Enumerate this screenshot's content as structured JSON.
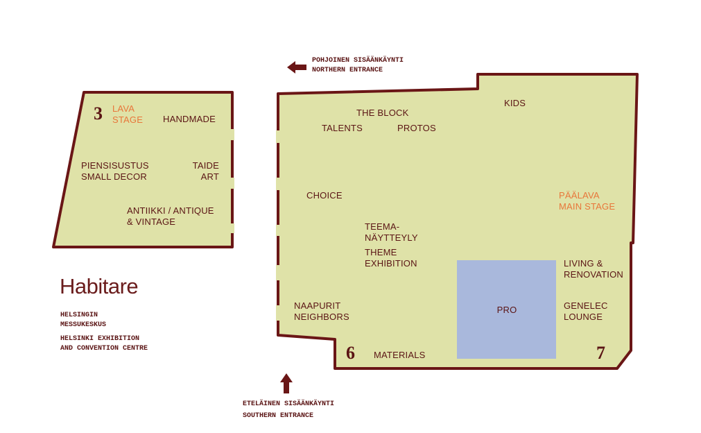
{
  "colors": {
    "wall": "#6a1616",
    "floor": "#dfe2a8",
    "pro_area": "#a9b8dc",
    "text": "#5a1414",
    "accent_orange": "#e8763a"
  },
  "entrances": {
    "north": {
      "line1": "POHJOINEN SISÄÄNKÄYNTI",
      "line2": "NORTHERN ENTRANCE",
      "icon": "arrow-left-icon"
    },
    "south": {
      "line1": "ETELÄINEN SISÄÄNKÄYNTI",
      "line2": "SOUTHERN ENTRANCE",
      "icon": "arrow-up-icon"
    }
  },
  "hall3": {
    "number": "3",
    "stage": [
      "LAVA",
      "STAGE"
    ],
    "handmade": "HANDMADE",
    "small_decor": [
      "PIENSISUSTUS",
      "SMALL DECOR"
    ],
    "art": [
      "TAIDE",
      "ART"
    ],
    "antique": [
      "ANTIIKKI / ANTIQUE",
      "& VINTAGE"
    ]
  },
  "hall6": {
    "number": "6",
    "the_block": "THE BLOCK",
    "talents": "TALENTS",
    "protos": "PROTOS",
    "choice": "CHOICE",
    "theme": [
      "TEEMA-",
      "NÄYTTEYLY"
    ],
    "theme_en": [
      "THEME",
      "EXHIBITION"
    ],
    "neighbors": [
      "NAAPURIT",
      "NEIGHBORS"
    ],
    "materials": "MATERIALS"
  },
  "hall7": {
    "number": "7",
    "kids": "KIDS",
    "main_stage": [
      "PÄÄLAVA",
      "MAIN STAGE"
    ],
    "living": [
      "LIVING &",
      "RENOVATION"
    ],
    "pro": "PRO",
    "genelec": [
      "GENELEC",
      "LOUNGE"
    ]
  },
  "brand": {
    "logo": "Habitare",
    "venue_fi": [
      "HELSINGIN",
      "MESSUKESKUS"
    ],
    "venue_en": [
      "HELSINKI EXHIBITION",
      "AND CONVENTION CENTRE"
    ]
  }
}
